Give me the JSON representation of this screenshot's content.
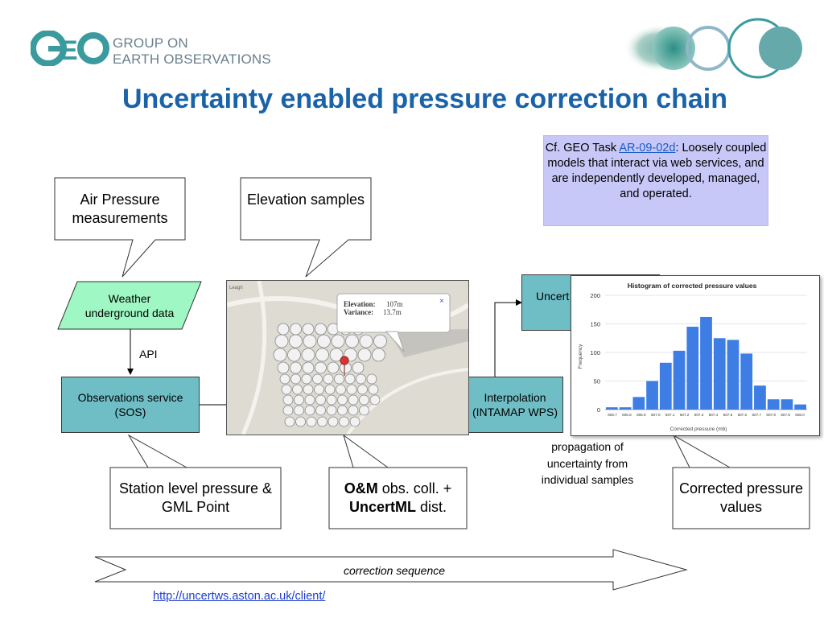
{
  "header": {
    "logo_text": "GEO",
    "org_line1": "GROUP ON",
    "org_line2": "EARTH OBSERVATIONS",
    "title": "Uncertainty enabled pressure correction chain"
  },
  "note": {
    "prefix": "Cf. GEO Task ",
    "task_link": "AR-09-02d",
    "suffix": ": Loosely coupled models that interact via web services, and are independently developed, managed, and operated."
  },
  "callouts": {
    "air_pressure": "Air Pressure measurements",
    "elevation": "Elevation samples",
    "station_level": "Station level pressure & GML Point",
    "om_bold1": "O&M",
    "om_text1": " obs. coll. +",
    "om_bold2": "UncertML",
    "om_text2": " dist.",
    "corrected": "Corrected pressure values"
  },
  "nodes": {
    "weather": "Weather underground data",
    "sos": "Observations service (SOS)",
    "interp_line1": "Interpolation",
    "interp_line2": "(INTAMAP WPS)",
    "uncert": "Uncert"
  },
  "labels": {
    "api": "API",
    "propagation": "propagation of uncertainty from individual samples",
    "sequence": "correction sequence",
    "url": "http://uncertws.aston.ac.uk/client/"
  },
  "map": {
    "place": "Leagh",
    "elevation_label": "Elevation:",
    "elevation_value": "107m",
    "variance_label": "Variance:",
    "variance_value": "13.7m",
    "close": "×"
  },
  "chart_data": {
    "type": "bar",
    "title": "Histogram of corrected pressure values",
    "xlabel": "Corrected pressure (mb)",
    "ylabel": "Frequency",
    "ylim": [
      0,
      200
    ],
    "yticks": [
      0,
      50,
      100,
      150,
      200
    ],
    "categories": [
      "606.7",
      "606.8",
      "606.9",
      "607.0",
      "607.1",
      "607.2",
      "607.3",
      "607.4",
      "607.5",
      "607.6",
      "607.7",
      "607.8",
      "607.9",
      "608.0"
    ],
    "values": [
      4,
      4,
      22,
      50,
      82,
      103,
      145,
      162,
      125,
      122,
      98,
      42,
      18,
      18,
      9
    ],
    "bar_color": "#3d7de4",
    "grid": true
  },
  "colors": {
    "title": "#1a63a8",
    "teal": "#6fbec6",
    "green": "#9ff7c3",
    "note_bg": "#c7c8f7"
  }
}
